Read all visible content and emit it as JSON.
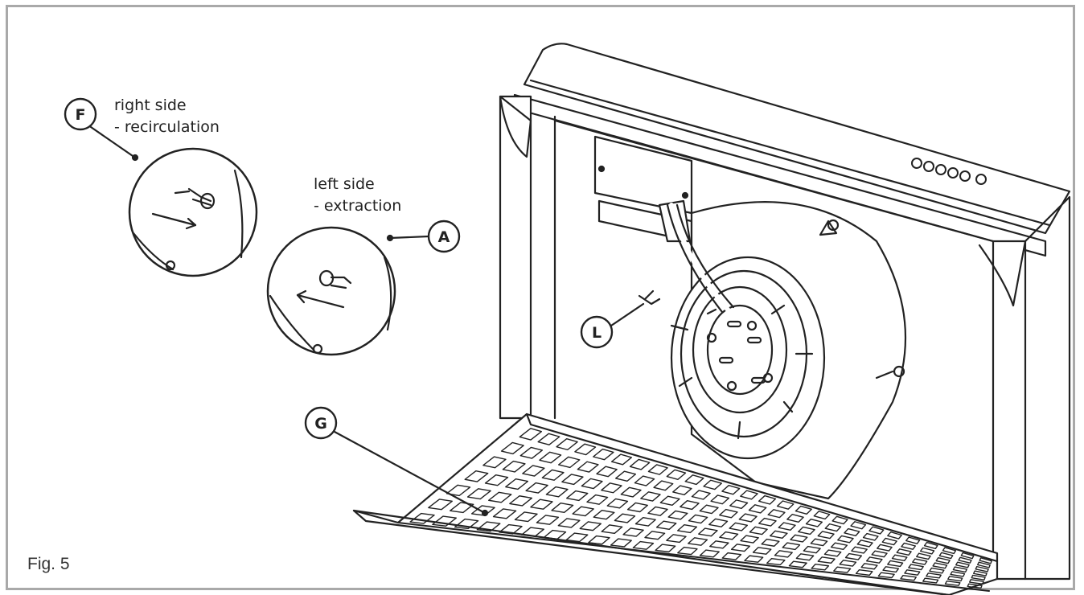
{
  "figure_label": "Fig. 5",
  "callouts": {
    "F": {
      "letter": "F",
      "line1": "right side",
      "line2": "- recirculation"
    },
    "A": {
      "letter": "A",
      "line1": "left side",
      "line2": "- extraction"
    },
    "L": {
      "letter": "L"
    },
    "G": {
      "letter": "G"
    }
  },
  "colors": {
    "border": "#a9a9a9",
    "ink": "#222222"
  }
}
